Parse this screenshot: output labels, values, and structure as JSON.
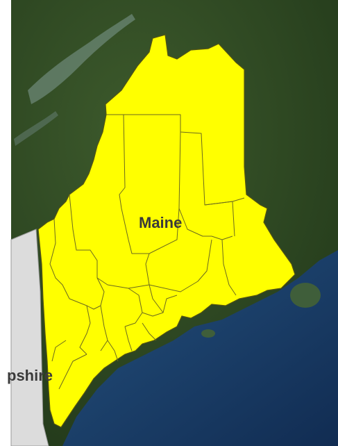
{
  "map": {
    "labels": {
      "maine": "Maine",
      "neighbor_partial": "pshire"
    },
    "colors": {
      "highlight": "#ffff00",
      "border": "#6b6a1f",
      "ocean": "#1c3c66",
      "forest": "#2e4a22",
      "neighbor_state": "#dcdcdc",
      "label": "#3a3a3a"
    },
    "layers": {
      "basemap": "satellite-imagery",
      "highlighted_region": "maine-counties"
    }
  }
}
